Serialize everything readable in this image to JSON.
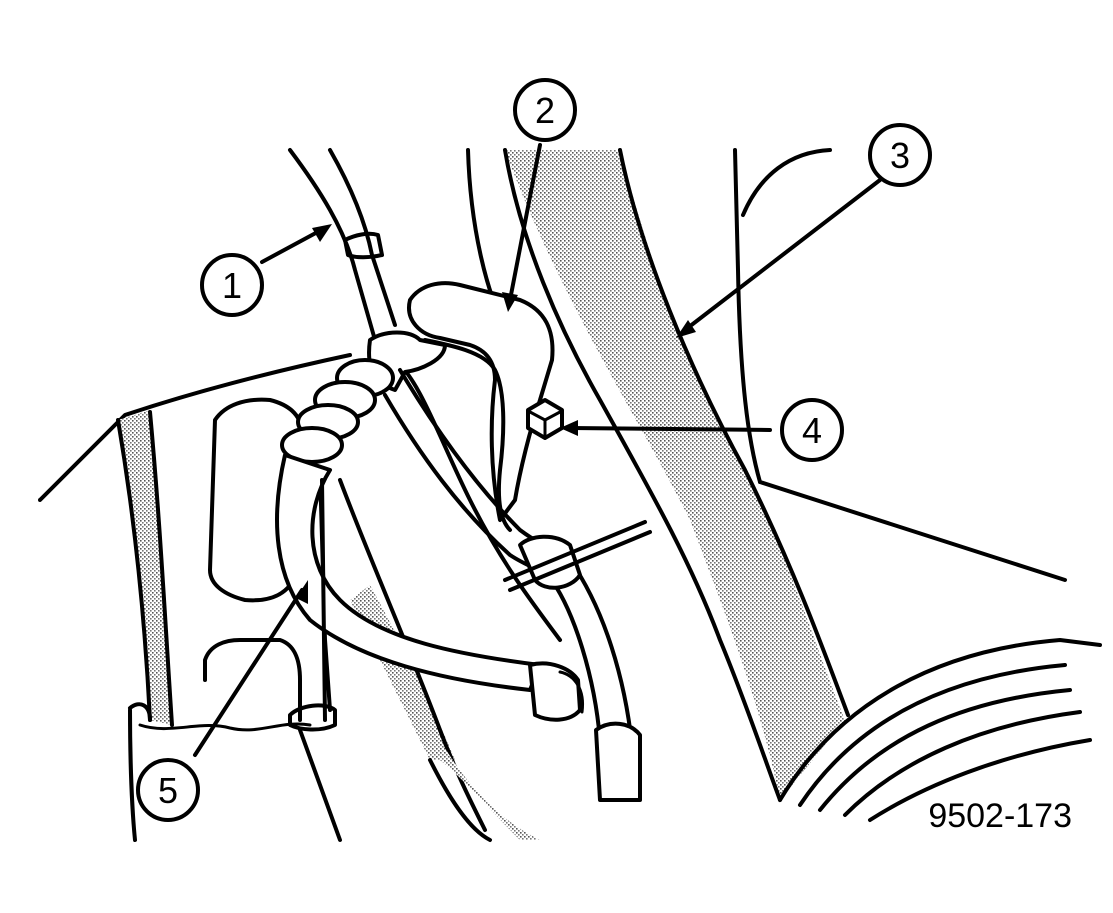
{
  "figure": {
    "id": "9502-173",
    "callouts": [
      {
        "number": "1"
      },
      {
        "number": "2"
      },
      {
        "number": "3"
      },
      {
        "number": "4"
      },
      {
        "number": "5"
      }
    ]
  }
}
